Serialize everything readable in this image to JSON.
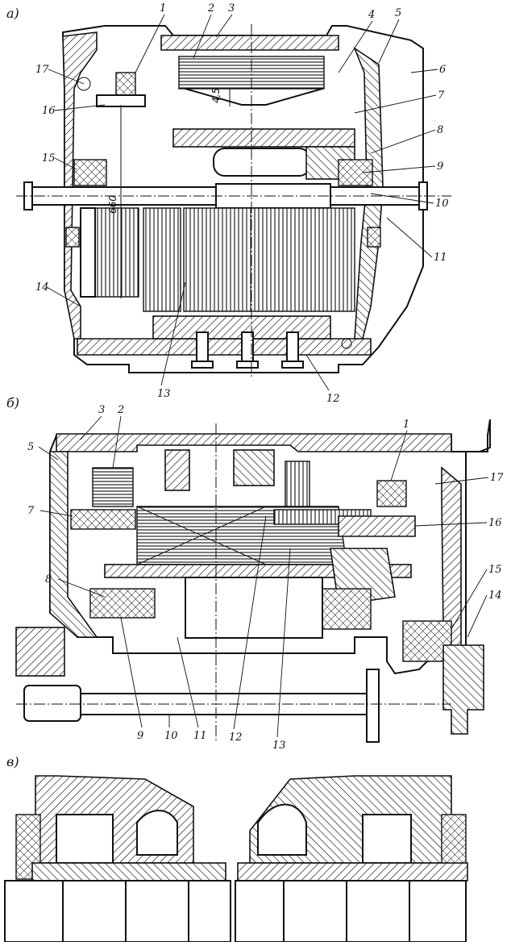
{
  "sections": [
    {
      "id": "a",
      "label": "а)",
      "dimensions": [
        "4,5",
        "660"
      ],
      "callouts": [
        "1",
        "2",
        "3",
        "4",
        "5",
        "6",
        "7",
        "8",
        "9",
        "10",
        "11",
        "12",
        "13",
        "14",
        "15",
        "16",
        "17"
      ]
    },
    {
      "id": "b",
      "label": "б)",
      "callouts": [
        "1",
        "2",
        "3",
        "5",
        "7",
        "8",
        "9",
        "10",
        "11",
        "12",
        "13",
        "14",
        "15",
        "16",
        "17"
      ]
    },
    {
      "id": "c",
      "label": "в)",
      "callouts": []
    }
  ]
}
